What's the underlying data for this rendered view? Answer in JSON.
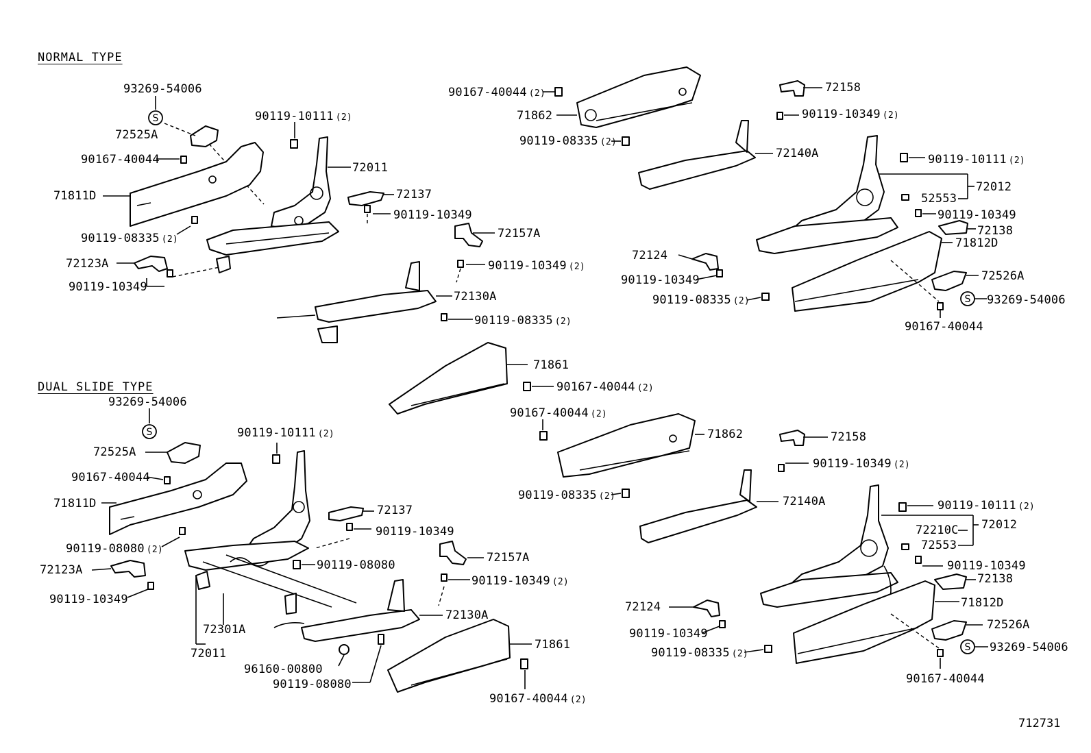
{
  "sections": {
    "normal_heading": "NORMAL TYPE",
    "dual_heading": "DUAL SLIDE TYPE"
  },
  "figure_number": "712731",
  "symbol_letter": "S",
  "labels": {
    "n_93269_code": "93269-54006",
    "n_72525A": "72525A",
    "n_90167_left": "90167-40044",
    "n_71811D": "71811D",
    "n_90119_08335_left": "90119-08335",
    "n_72123A": "72123A",
    "n_90119_10349_left": "90119-10349",
    "n_90119_10111": "90119-10111",
    "n_72011": "72011",
    "n_72137": "72137",
    "n_90119_10349_mid": "90119-10349",
    "n_72157A": "72157A",
    "n_90119_10349_q": "90119-10349",
    "n_72130A": "72130A",
    "n_90119_08335_low": "90119-08335",
    "n_90167_top": "90167-40044",
    "n_71862": "71862",
    "n_90119_08335_top": "90119-08335",
    "n_72158": "72158",
    "n_90119_10349_top": "90119-10349",
    "n_72140A": "72140A",
    "n_90119_10111_r": "90119-10111",
    "n_72012": "72012",
    "n_52553": "52553",
    "n_90119_10349_r": "90119-10349",
    "n_72138": "72138",
    "n_72124": "72124",
    "n_71812D": "71812D",
    "n_90119_10349_r2": "90119-10349",
    "n_90119_08335_r": "90119-08335",
    "n_72526A": "72526A",
    "n_93269_r": "93269-54006",
    "n_90167_r": "90167-40044",
    "m_71861": "71861",
    "m_90167": "90167-40044",
    "d_93269": "93269-54006",
    "d_72525A": "72525A",
    "d_90167_left": "90167-40044",
    "d_71811D": "71811D",
    "d_90119_08080_left": "90119-08080",
    "d_72123A": "72123A",
    "d_90119_10349_left": "90119-10349",
    "d_72301A": "72301A",
    "d_72011": "72011",
    "d_90119_10111": "90119-10111",
    "d_72137": "72137",
    "d_90119_10349_mid": "90119-10349",
    "d_90119_08080_mid": "90119-08080",
    "d_72157A": "72157A",
    "d_90119_10349_q": "90119-10349",
    "d_72130A": "72130A",
    "d_96160": "96160-00800",
    "d_90119_08080_low": "90119-08080",
    "d_71861": "71861",
    "d_90167_bottom": "90167-40044",
    "d_90167_top": "90167-40044",
    "d_71862": "71862",
    "d_90119_08335_top": "90119-08335",
    "d_72158": "72158",
    "d_90119_10349_top": "90119-10349",
    "d_72140A": "72140A",
    "d_90119_10111_r": "90119-10111",
    "d_72012": "72012",
    "d_72210C": "72210C",
    "d_72553": "72553",
    "d_90119_10349_r": "90119-10349",
    "d_72138": "72138",
    "d_72124": "72124",
    "d_71812D": "71812D",
    "d_90119_10349_r2": "90119-10349",
    "d_90119_08335_r": "90119-08335",
    "d_72526A": "72526A",
    "d_93269_r": "93269-54006",
    "d_90167_r": "90167-40044"
  },
  "quantities": {
    "two": "(2)"
  }
}
